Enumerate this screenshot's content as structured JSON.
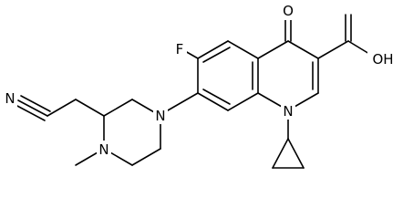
{
  "molecule": {
    "atoms": {
      "o_keto": "O",
      "o_oh": "OH",
      "f": "F",
      "n_quinoline": "N",
      "n_piperazine_top": "N",
      "n_piperazine_bottom": "N",
      "n_nitrile": "N"
    },
    "colors": {
      "bond": "#000000",
      "label": "#000000",
      "background": "#ffffff"
    }
  }
}
